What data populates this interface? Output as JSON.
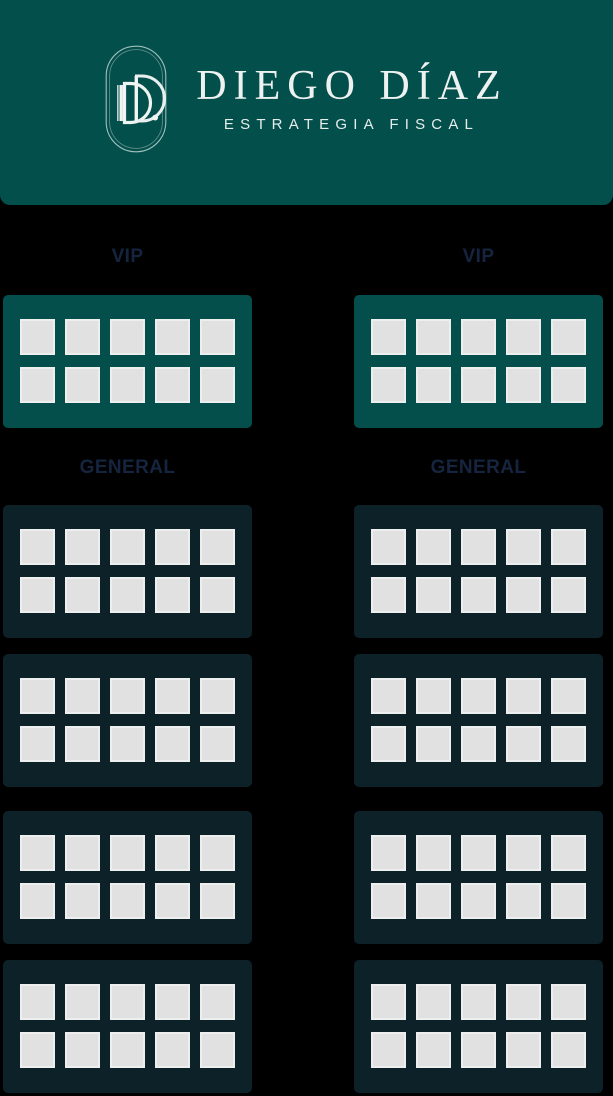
{
  "header": {
    "brand_name": "DIEGO DÍAZ",
    "tagline": "ESTRATEGIA FISCAL",
    "background_color": "#034F4B",
    "text_color": "#EDF1F0",
    "emblem_name": "dd-monogram-emblem"
  },
  "colors": {
    "page_background": "#000000",
    "vip_table": "#044E4B",
    "general_table": "#0C2128",
    "seat_fill": "#E1E1E1",
    "seat_border": "#EDEFEF",
    "zone_label": "#15253F"
  },
  "seatmap": {
    "columns": [
      {
        "id": "left",
        "zones": [
          {
            "label": "VIP",
            "type": "vip",
            "tables": [
              {
                "rows": [
                  5,
                  5
                ],
                "seat_count": 10
              }
            ]
          },
          {
            "label": "GENERAL",
            "type": "general",
            "tables": [
              {
                "rows": [
                  5,
                  5
                ],
                "seat_count": 10
              },
              {
                "rows": [
                  5,
                  5
                ],
                "seat_count": 10
              },
              {
                "rows": [
                  5,
                  5
                ],
                "seat_count": 10
              },
              {
                "rows": [
                  5,
                  5
                ],
                "seat_count": 10
              }
            ]
          }
        ]
      },
      {
        "id": "right",
        "zones": [
          {
            "label": "VIP",
            "type": "vip",
            "tables": [
              {
                "rows": [
                  5,
                  5
                ],
                "seat_count": 10
              }
            ]
          },
          {
            "label": "GENERAL",
            "type": "general",
            "tables": [
              {
                "rows": [
                  5,
                  5
                ],
                "seat_count": 10
              },
              {
                "rows": [
                  5,
                  5
                ],
                "seat_count": 10
              },
              {
                "rows": [
                  5,
                  5
                ],
                "seat_count": 10
              },
              {
                "rows": [
                  5,
                  5
                ],
                "seat_count": 10
              }
            ]
          }
        ]
      }
    ]
  }
}
